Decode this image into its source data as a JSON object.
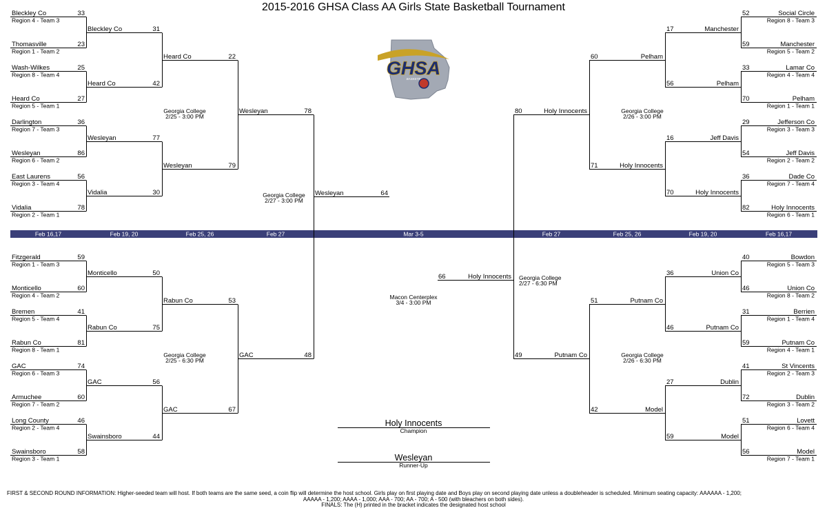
{
  "title": "2015-2016 GHSA Class AA Girls State Basketball Tournament",
  "logo": {
    "text": "GHSA",
    "subtext": "BASKETBALL",
    "colors": {
      "navy": "#1c2d6e",
      "gold": "#c9a227",
      "silver": "#a3a9b4",
      "red": "#c0392b"
    }
  },
  "band": {
    "color": "#3a3f78",
    "dates": [
      "Feb 16,17",
      "Feb 19, 20",
      "Feb 25, 26",
      "Feb 27",
      "Mar 3-5",
      "Feb 27",
      "Feb 25, 26",
      "Feb 19, 20",
      "Feb 16,17"
    ]
  },
  "first_round": {
    "top_left": [
      {
        "team": "Bleckley Co",
        "seed": "Region 4 - Team 3",
        "score": "33"
      },
      {
        "team": "Thomasville",
        "seed": "Region 1 - Team 2",
        "score": "23"
      },
      {
        "team": "Wash-Wilkes",
        "seed": "Region 8 - Team 4",
        "score": "25"
      },
      {
        "team": "Heard Co",
        "seed": "Region 5 - Team 1",
        "score": "27"
      },
      {
        "team": "Darlington",
        "seed": "Region 7 - Team 3",
        "score": "36"
      },
      {
        "team": "Wesleyan",
        "seed": "Region 6 - Team 2",
        "score": "86"
      },
      {
        "team": "East Laurens",
        "seed": "Region 3 - Team 4",
        "score": "56"
      },
      {
        "team": "Vidalia",
        "seed": "Region 2 - Team 1",
        "score": "78"
      }
    ],
    "bottom_left": [
      {
        "team": "Fitzgerald",
        "seed": "Region 1 - Team 3",
        "score": "59"
      },
      {
        "team": "Monticello",
        "seed": "Region 4 - Team 2",
        "score": "60"
      },
      {
        "team": "Bremen",
        "seed": "Region 5 - Team 4",
        "score": "41"
      },
      {
        "team": "Rabun Co",
        "seed": "Region 8 - Team 1",
        "score": "81"
      },
      {
        "team": "GAC",
        "seed": "Region 6 - Team 3",
        "score": "74"
      },
      {
        "team": "Armuchee",
        "seed": "Region 7 - Team 2",
        "score": "60"
      },
      {
        "team": "Long County",
        "seed": "Region 2 - Team 4",
        "score": "46"
      },
      {
        "team": "Swainsboro",
        "seed": "Region 3 - Team 1",
        "score": "58"
      }
    ],
    "top_right": [
      {
        "team": "Social Circle",
        "seed": "Region 8 - Team 3",
        "score": "52"
      },
      {
        "team": "Manchester",
        "seed": "Region 5 - Team 2",
        "score": "59"
      },
      {
        "team": "Lamar Co",
        "seed": "Region 4 - Team 4",
        "score": "33"
      },
      {
        "team": "Pelham",
        "seed": "Region 1 - Team 1",
        "score": "70"
      },
      {
        "team": "Jefferson Co",
        "seed": "Region 3 - Team 3",
        "score": "29"
      },
      {
        "team": "Jeff Davis",
        "seed": "Region 2 - Team 2",
        "score": "54"
      },
      {
        "team": "Dade Co",
        "seed": "Region 7 - Team 4",
        "score": "36"
      },
      {
        "team": "Holy Innocents",
        "seed": "Region 6 - Team 1",
        "score": "82"
      }
    ],
    "bottom_right": [
      {
        "team": "Bowdon",
        "seed": "Region 5 - Team 3",
        "score": "40"
      },
      {
        "team": "Union Co",
        "seed": "Region 8 - Team 2",
        "score": "46"
      },
      {
        "team": "Berrien",
        "seed": "Region 1 - Team 4",
        "score": "31"
      },
      {
        "team": "Putnam Co",
        "seed": "Region 4 - Team 1",
        "score": "59"
      },
      {
        "team": "St Vincents",
        "seed": "Region 2 - Team 3",
        "score": "41"
      },
      {
        "team": "Dublin",
        "seed": "Region 3 - Team 2",
        "score": "72"
      },
      {
        "team": "Lovett",
        "seed": "Region 6 - Team 4",
        "score": "51"
      },
      {
        "team": "Model",
        "seed": "Region 7 - Team 1",
        "score": "56"
      }
    ]
  },
  "second_round": {
    "top_left": [
      {
        "team": "Bleckley Co",
        "score": "31"
      },
      {
        "team": "Heard Co",
        "score": "42"
      },
      {
        "team": "Wesleyan",
        "score": "77"
      },
      {
        "team": "Vidalia",
        "score": "30"
      }
    ],
    "bottom_left": [
      {
        "team": "Monticello",
        "score": "50"
      },
      {
        "team": "Rabun Co",
        "score": "75"
      },
      {
        "team": "GAC",
        "score": "56"
      },
      {
        "team": "Swainsboro",
        "score": "44"
      }
    ],
    "top_right": [
      {
        "team": "Manchester",
        "score": "17"
      },
      {
        "team": "Pelham",
        "score": "56"
      },
      {
        "team": "Jeff Davis",
        "score": "16"
      },
      {
        "team": "Holy Innocents",
        "score": "70"
      }
    ],
    "bottom_right": [
      {
        "team": "Union Co",
        "score": "36"
      },
      {
        "team": "Putnam Co",
        "score": "46"
      },
      {
        "team": "Dublin",
        "score": "27"
      },
      {
        "team": "Model",
        "score": "59"
      }
    ]
  },
  "quarterfinals": {
    "top_left": [
      {
        "team": "Heard Co",
        "score": "22"
      },
      {
        "team": "Wesleyan",
        "score": "79"
      }
    ],
    "bottom_left": [
      {
        "team": "Rabun Co",
        "score": "53"
      },
      {
        "team": "GAC",
        "score": "67"
      }
    ],
    "top_right": [
      {
        "team": "Pelham",
        "score": "60"
      },
      {
        "team": "Holy Innocents",
        "score": "71"
      }
    ],
    "bottom_right": [
      {
        "team": "Putnam Co",
        "score": "51"
      },
      {
        "team": "Model",
        "score": "42"
      }
    ]
  },
  "semifinals": {
    "top_left": {
      "team": "Wesleyan",
      "score": "78"
    },
    "bottom_left": {
      "team": "GAC",
      "score": "48"
    },
    "top_right": {
      "team": "Holy Innocents",
      "score": "80"
    },
    "bottom_right": {
      "team": "Putnam Co",
      "score": "49"
    }
  },
  "finals": {
    "left": {
      "team": "Wesleyan",
      "score": "64"
    },
    "right": {
      "team": "Holy Innocents",
      "score": "66"
    }
  },
  "venues": {
    "qf_top_left": {
      "place": "Georgia College",
      "time": "2/25 - 3:00 PM"
    },
    "qf_bottom_left": {
      "place": "Georgia College",
      "time": "2/25 - 6:30 PM"
    },
    "qf_top_right": {
      "place": "Georgia College",
      "time": "2/26 - 3:00 PM"
    },
    "qf_bottom_right": {
      "place": "Georgia College",
      "time": "2/26 - 6:30 PM"
    },
    "sf_left": {
      "place": "Georgia College",
      "time": "2/27 - 3:00 PM"
    },
    "sf_right": {
      "place": "Georgia College",
      "time": "2/27 - 6:30 PM"
    },
    "final": {
      "place": "Macon Centerplex",
      "time": "3/4 - 3:00 PM"
    }
  },
  "results": {
    "champion": {
      "team": "Holy Innocents",
      "label": "Champion"
    },
    "runner_up": {
      "team": "Wesleyan",
      "label": "Runner-Up"
    }
  },
  "footer": {
    "line1": "FIRST & SECOND ROUND INFORMATION: Higher-seeded team will host.  If both teams are the same seed, a coin flip will determine the host school.  Girls play on first playing date and Boys play on second playing date unless a doubleheader is scheduled.  Minimum seating capacity: AAAAAA - 1,200;",
    "line2": "AAAAA - 1,200; AAAA - 1,000; AAA - 700; AA - 700; A - 500 (with bleachers on both sides).",
    "line3": "FINALS: The (H) printed in the bracket indicates the designated host school"
  }
}
